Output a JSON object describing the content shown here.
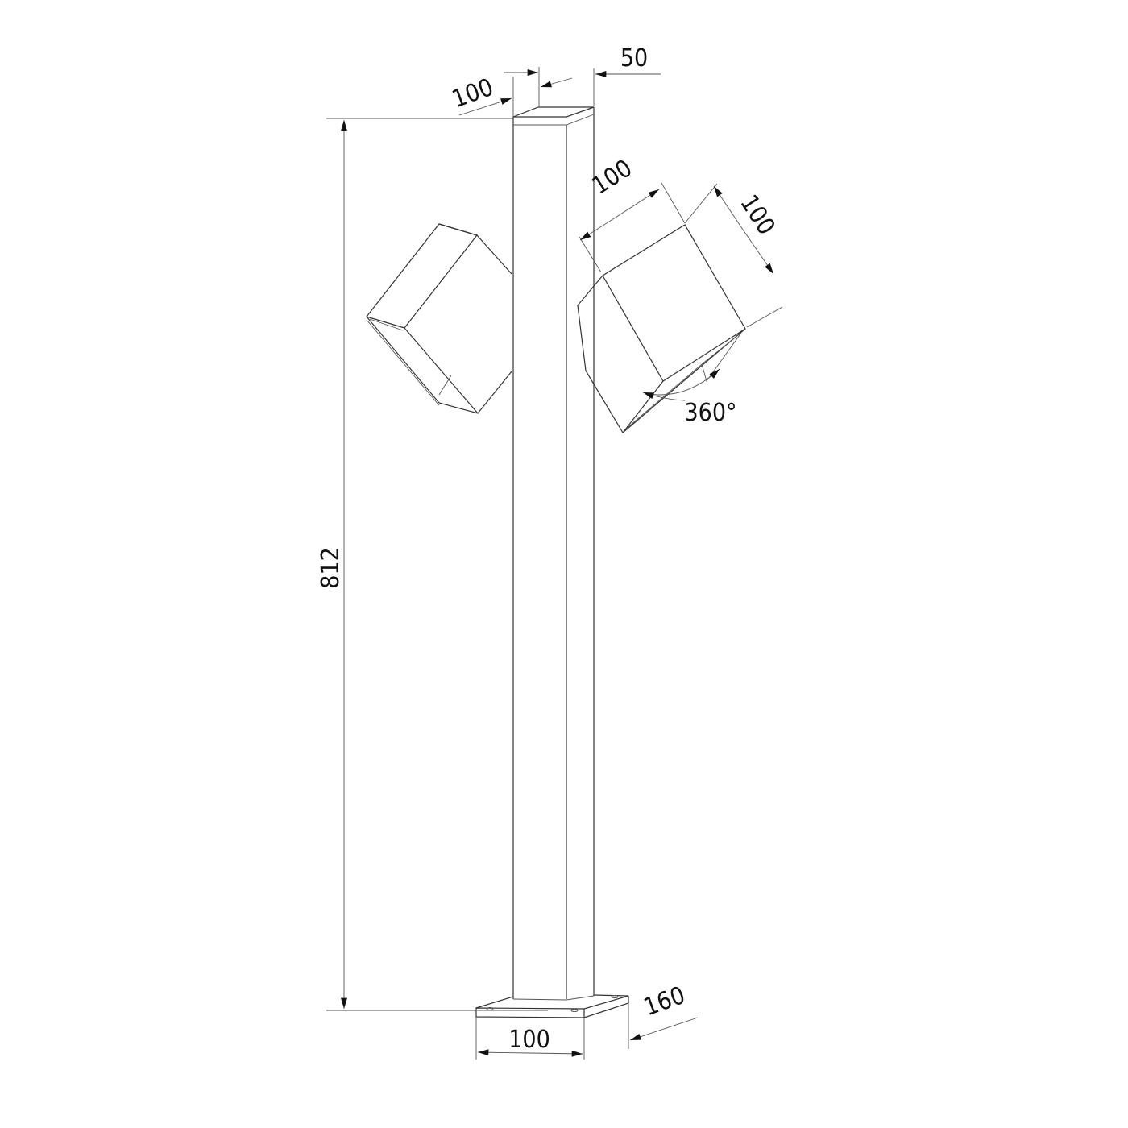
{
  "drawing": {
    "dimensions": {
      "height": "812",
      "top_depth": "100",
      "pole_width": "50",
      "head_width": "100",
      "head_depth": "100",
      "rotation": "360°",
      "base_width": "100",
      "base_depth": "160"
    },
    "line_color": "#333333"
  }
}
